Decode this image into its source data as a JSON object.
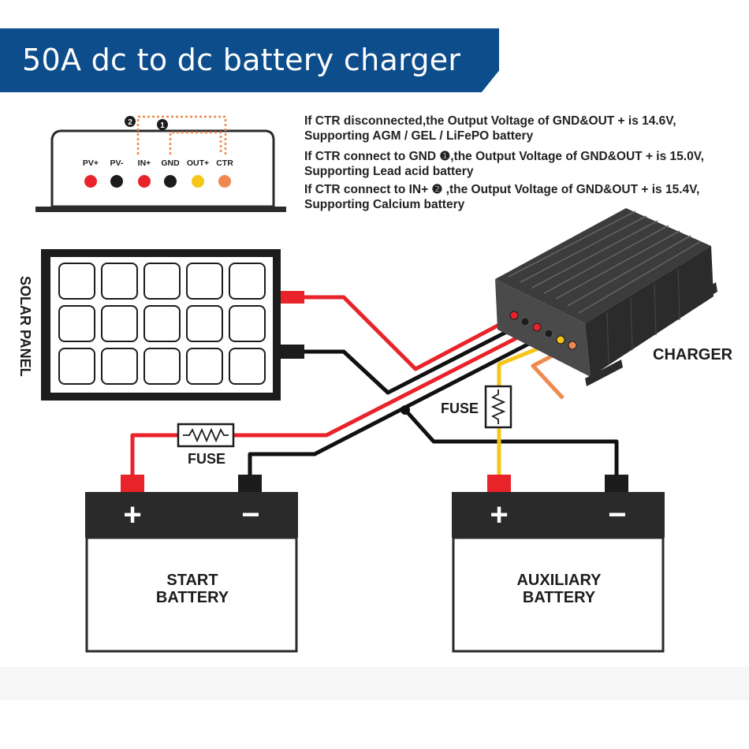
{
  "title": "50A dc to dc battery charger",
  "notes": [
    {
      "line1": "If CTR disconnected,the Output Voltage of GND&OUT + is 14.6V,",
      "line2": "Supporting AGM / GEL / LiFePO battery"
    },
    {
      "line1": "If CTR connect to GND ❶,the Output Voltage of GND&OUT + is 15.0V,",
      "line2": "Supporting Lead acid battery"
    },
    {
      "line1": "If CTR connect to IN+ ❷ ,the Output Voltage of GND&OUT + is 15.4V,",
      "line2": "Supporting Calcium battery"
    }
  ],
  "terminal_block": {
    "markers": {
      "one": "1",
      "two": "2"
    },
    "terminals": [
      {
        "label": "PV+",
        "color": "#e8232a"
      },
      {
        "label": "PV-",
        "color": "#1c1c1c"
      },
      {
        "label": "IN+",
        "color": "#e8232a"
      },
      {
        "label": "GND",
        "color": "#1c1c1c"
      },
      {
        "label": "OUT+",
        "color": "#f5c518"
      },
      {
        "label": "CTR",
        "color": "#ee8a4f"
      }
    ]
  },
  "labels": {
    "solar_panel": "SOLAR PANEL",
    "charger": "CHARGER",
    "fuse_left": "FUSE",
    "fuse_right": "FUSE"
  },
  "batteries": {
    "start": {
      "line1": "START",
      "line2": "BATTERY",
      "plus": "+",
      "minus": "−"
    },
    "aux": {
      "line1": "AUXILIARY",
      "line2": "BATTERY",
      "plus": "+",
      "minus": "−"
    }
  },
  "colors": {
    "banner": "#0d4d8c",
    "wire_red": "#e8232a",
    "wire_black": "#111111",
    "wire_yellow": "#f5c518",
    "wire_orange": "#ee8a4f",
    "charger_body": "#4a4a4a"
  }
}
